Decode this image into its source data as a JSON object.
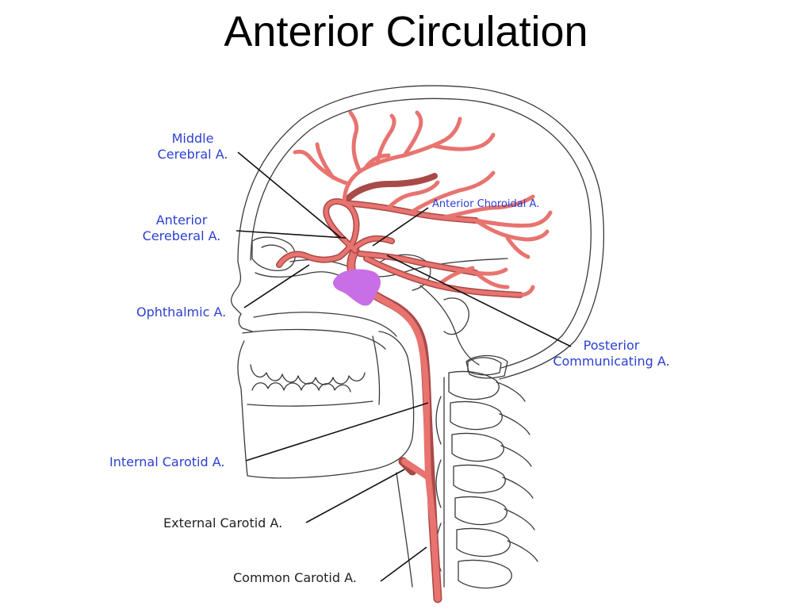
{
  "slide": {
    "title": "Anterior Circulation"
  },
  "colors": {
    "artery": "#e8736f",
    "artery_outline": "#a84a48",
    "pituitary": "#c86ee6",
    "sketch": "#3a3a3a",
    "label_blue": "#2b3fd0",
    "label_black": "#222222",
    "leader": "#111111"
  },
  "labels": {
    "middle_cerebral": {
      "line1": "Middle",
      "line2": "Cerebral A."
    },
    "anterior_cerebral": {
      "line1": "Anterior",
      "line2": "Cereberal A."
    },
    "anterior_choroidal": "Anterior Choroidal A.",
    "ophthalmic": "Ophthalmic A.",
    "posterior_communicating": {
      "line1": "Posterior",
      "line2": "Communicating A."
    },
    "internal_carotid": "Internal Carotid A.",
    "external_carotid": "External Carotid A.",
    "common_carotid": "Common Carotid A."
  }
}
